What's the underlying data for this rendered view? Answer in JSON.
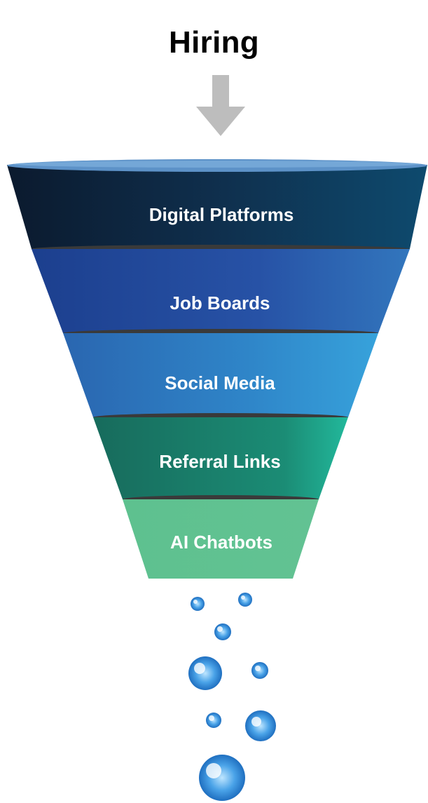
{
  "title": "Hiring",
  "stages": [
    {
      "label": "Digital Platforms",
      "color_left": "#0d1e35",
      "color_right": "#0e4a6e"
    },
    {
      "label": "Job Boards",
      "color_left": "#1f4a9c",
      "color_right": "#2f6cb5"
    },
    {
      "label": "Social Media",
      "color_left": "#2b6fb8",
      "color_right": "#3497d4"
    },
    {
      "label": "Referral Links",
      "color_left": "#1a7a68",
      "color_right": "#1fae93"
    },
    {
      "label": "AI Chatbots",
      "color_left": "#5fc08f",
      "color_right": "#5fc08f"
    }
  ],
  "colors": {
    "arrow": "#bdbdbd",
    "rim_top": "#5d92c8",
    "divider": "#3a3a3a",
    "bubble": "#3a8ed6"
  },
  "icons": {
    "arrow": "arrow-down-icon",
    "bubble": "bubble-icon"
  }
}
